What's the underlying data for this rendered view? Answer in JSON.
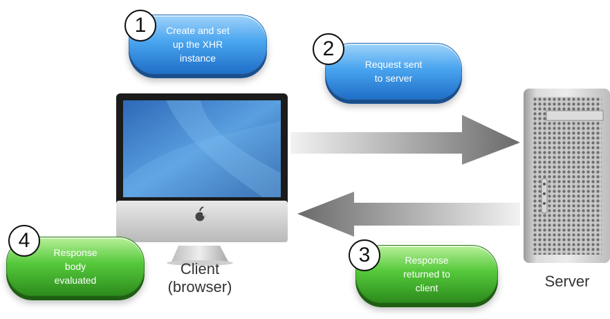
{
  "steps": [
    {
      "number": "1",
      "text": "Create and set\nup the XHR\ninstance"
    },
    {
      "number": "2",
      "text": "Request sent\nto server"
    },
    {
      "number": "3",
      "text": "Response\nreturned to\nclient"
    },
    {
      "number": "4",
      "text": "Response\nbody\nevaluated"
    }
  ],
  "client": {
    "label": "Client\n(browser)"
  },
  "server": {
    "label": "Server"
  },
  "colors": {
    "blue_pill": "#4aa5ef",
    "green_pill": "#55c93b",
    "arrow_dark": "#666666"
  },
  "icons": {
    "computer": "imac-icon",
    "server": "tower-server-icon",
    "logo": "apple-logo-icon"
  }
}
